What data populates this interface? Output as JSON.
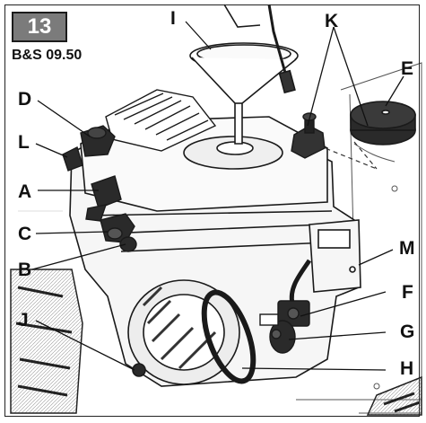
{
  "figure_number": "13",
  "model": "B&S 09.50",
  "callouts": {
    "A": "A",
    "B": "B",
    "C": "C",
    "D": "D",
    "E": "E",
    "F": "F",
    "G": "G",
    "H": "H",
    "I": "I",
    "J": "J",
    "K": "K",
    "L": "L",
    "M": "M"
  },
  "colors": {
    "line": "#1a1a1a",
    "badge": "#7b7b7b",
    "fill_light": "#f2f2f2",
    "fill_dark": "#2a2a2a"
  }
}
